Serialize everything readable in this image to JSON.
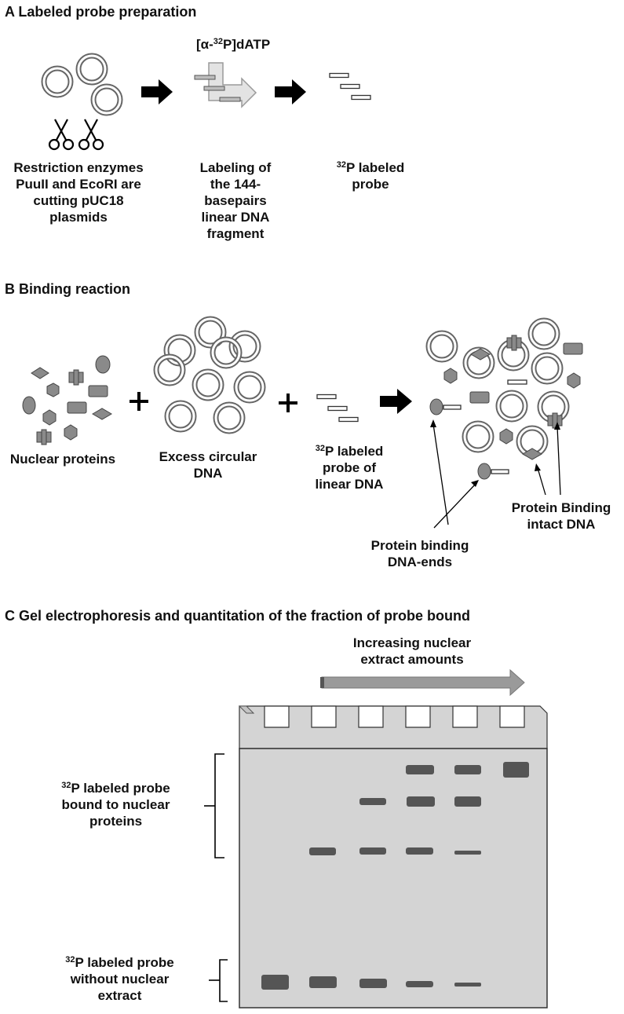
{
  "panel_a": {
    "letter": "A",
    "heading": "Labeled probe preparation",
    "reagent_pre": "[α-",
    "reagent_sup": "32",
    "reagent_post": "P]dATP",
    "step1_lines": [
      "Restriction enzymes",
      "PuuII and EcoRI are",
      "cutting pUC18",
      "plasmids"
    ],
    "step2_lines": [
      "Labeling of",
      "the 144-",
      "basepairs",
      "linear DNA",
      "fragment"
    ],
    "step3_sup": "32",
    "step3_lines": [
      "P labeled",
      "probe"
    ]
  },
  "panel_b": {
    "letter": "B",
    "heading": "Binding reaction",
    "nuclear_proteins": "Nuclear proteins",
    "excess_dna_lines": [
      "Excess circular",
      "DNA"
    ],
    "probe_sup": "32",
    "probe_lines": [
      "P labeled",
      "probe of",
      "linear DNA"
    ],
    "binding_intact_lines": [
      "Protein Binding",
      "intact DNA"
    ],
    "binding_ends_lines": [
      "Protein binding",
      "DNA-ends"
    ]
  },
  "panel_c": {
    "letter": "C",
    "heading": "Gel electrophoresis and quantitation of the fraction of probe bound",
    "arrow_lines": [
      "Increasing nuclear",
      "extract amounts"
    ],
    "bound_sup": "32",
    "bound_lines": [
      "P labeled probe",
      "bound to nuclear",
      "proteins"
    ],
    "free_sup": "32",
    "free_lines": [
      "P labeled probe",
      "without nuclear",
      "extract"
    ]
  },
  "colors": {
    "gel_fill": "#d4d4d4",
    "band": "#555555",
    "protein": "#8a8a8a",
    "arrow_black": "#000000",
    "arrow_grey": "#9a9a9a"
  }
}
